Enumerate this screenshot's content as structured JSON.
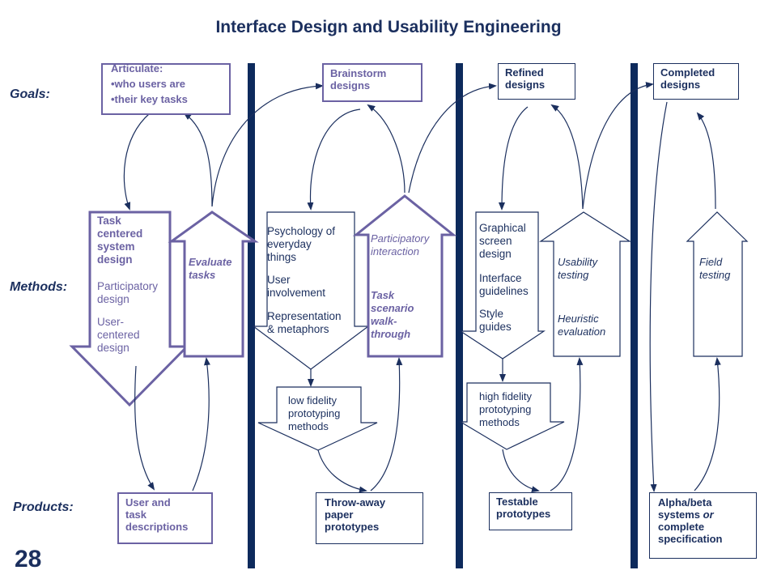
{
  "title": "Interface Design and Usability Engineering",
  "row_labels": {
    "goals": "Goals:",
    "methods": "Methods:",
    "products": "Products:"
  },
  "slide_number": "28",
  "goals": {
    "articulate_heading": "Articulate:",
    "articulate_items": [
      "•who users are",
      "•their key tasks"
    ],
    "brainstorm": "Brainstorm\ndesigns",
    "refined": "Refined\ndesigns",
    "completed": "Completed\ndesigns"
  },
  "methods": {
    "task_centered": "Task\ncentered\nsystem\ndesign",
    "participatory": "Participatory\ndesign",
    "user_centered": "User-\ncentered\ndesign",
    "evaluate_tasks": "Evaluate\ntasks",
    "psychology": "Psychology of\neveryday\nthings",
    "user_involvement": "User\ninvolvement",
    "representation": "Representation\n& metaphors",
    "participatory_interaction": "Participatory\ninteraction",
    "task_scenario": "Task\nscenario\nwalk-\nthrough",
    "low_fidelity": "low fidelity\nprototyping\nmethods",
    "graphical": "Graphical\nscreen\ndesign",
    "interface_guidelines": "Interface\nguidelines",
    "style_guides": "Style\nguides",
    "high_fidelity": "high fidelity\nprototyping\nmethods",
    "usability_testing": "Usability\ntesting",
    "heuristic_evaluation": "Heuristic\nevaluation",
    "field_testing": "Field\ntesting"
  },
  "products": {
    "user_task": "User and\ntask\ndescriptions",
    "throwaway": "Throw-away\npaper\nprototypes",
    "testable": "Testable\nprototypes",
    "alpha_beta_1": "Alpha/beta\nsystems ",
    "alpha_beta_or": "or",
    "alpha_beta_2": "\ncomplete\nspecification"
  },
  "colors": {
    "navy": "#1b2f5e",
    "purple": "#6b62a3",
    "divider": "#0d2a5c"
  }
}
